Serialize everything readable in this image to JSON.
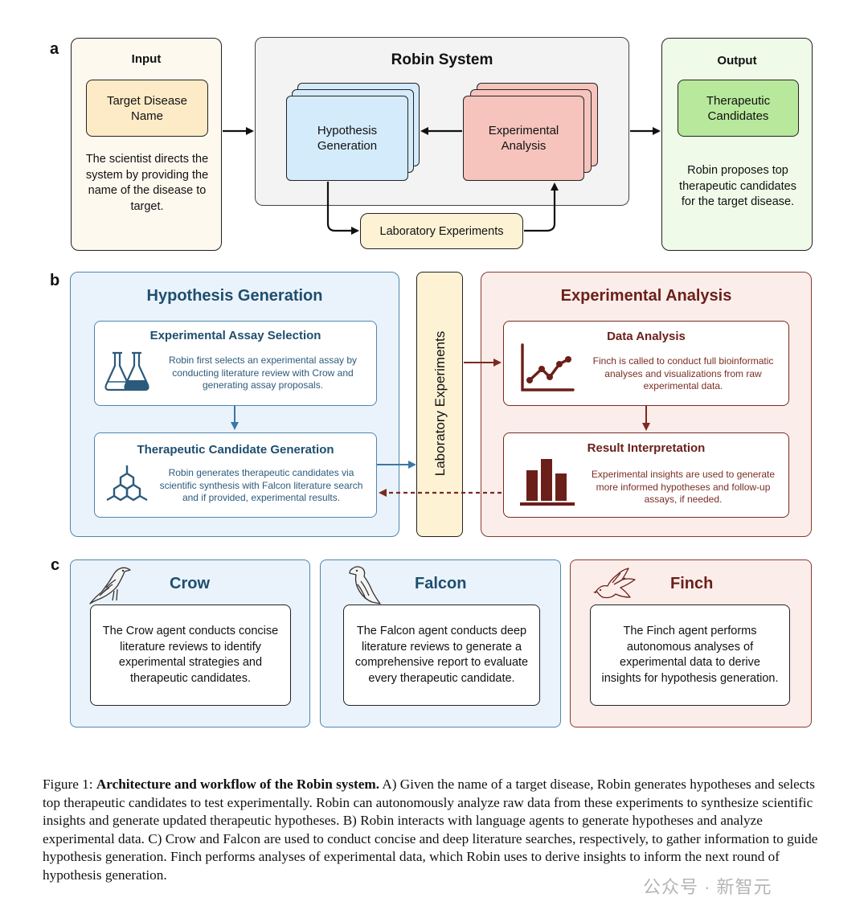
{
  "panel_a": {
    "letter": "a",
    "input": {
      "title": "Input",
      "box": "Target Disease Name",
      "desc": "The scientist directs the system by providing the name of the disease to target."
    },
    "robin": {
      "title": "Robin System",
      "hypothesis": "Hypothesis Generation",
      "experimental": "Experimental Analysis",
      "lab": "Laboratory Experiments"
    },
    "output": {
      "title": "Output",
      "box": "Therapeutic Candidates",
      "desc": "Robin proposes top therapeutic candidates for the target disease."
    }
  },
  "panel_b": {
    "letter": "b",
    "hypothesis_panel": {
      "title": "Hypothesis Generation",
      "assay_title": "Experimental Assay Selection",
      "assay_text": "Robin first selects an experimental assay by conducting literature review with Crow and generating assay proposals.",
      "candidate_title": "Therapeutic Candidate Generation",
      "candidate_text": "Robin generates therapeutic candidates via scientific synthesis with Falcon literature search and if provided, experimental results."
    },
    "lab": "Laboratory Experiments",
    "analysis_panel": {
      "title": "Experimental Analysis",
      "data_title": "Data Analysis",
      "data_text": "Finch is called to conduct full bioinformatic analyses and visualizations from raw experimental data.",
      "result_title": "Result Interpretation",
      "result_text": "Experimental insights are used to generate more informed hypotheses and follow-up assays, if needed."
    }
  },
  "panel_c": {
    "letter": "c",
    "crow": {
      "name": "Crow",
      "text": "The Crow agent conducts concise literature reviews to identify experimental strategies and therapeutic candidates."
    },
    "falcon": {
      "name": "Falcon",
      "text": "The Falcon agent conducts deep literature reviews to generate a comprehensive report to evaluate every therapeutic candidate."
    },
    "finch": {
      "name": "Finch",
      "text": "The Finch agent performs autonomous analyses of experimental data to derive insights for hypothesis generation."
    }
  },
  "caption": {
    "label": "Figure 1: ",
    "bold": "Architecture and workflow of the Robin system.",
    "text": " A) Given the name of a target disease, Robin generates hypotheses and selects top therapeutic candidates to test experimentally. Robin can autonomously analyze raw data from these experiments to synthesize scientific insights and generate updated therapeutic hypotheses. B) Robin interacts with language agents to generate hypotheses and analyze experimental data. C) Crow and Falcon are used to conduct concise and deep literature searches, respectively, to gather information to guide hypothesis generation. Finch performs analyses of experimental data, which Robin uses to derive insights to inform the next round of hypothesis generation."
  },
  "watermark": "公众号 · 新智元",
  "colors": {
    "blue_accent": "#4e86ae",
    "red_accent": "#7c2a22",
    "hypothesis_fill": "#d4ebfb",
    "experimental_fill": "#f6c4bd",
    "lab_fill": "#fdf2d4",
    "input_fill": "#fdf9ee",
    "output_fill": "#effbe8",
    "output_inner_fill": "#b7e89c"
  }
}
